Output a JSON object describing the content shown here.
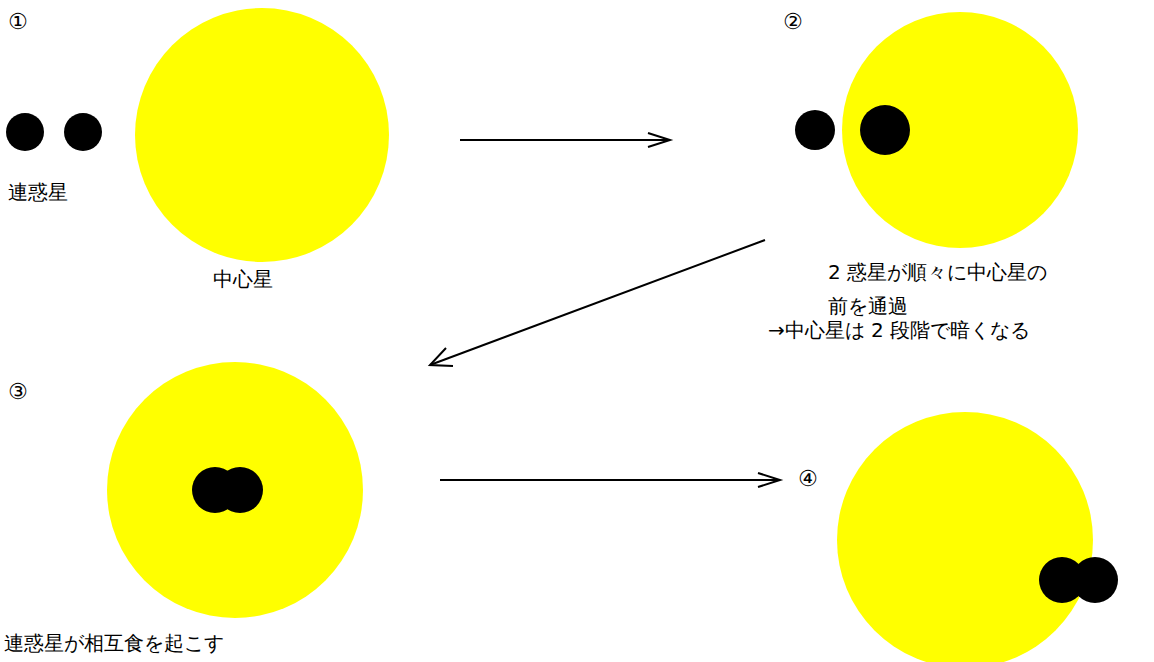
{
  "diagram": {
    "labels": [
      "①",
      "連惑星",
      "中心星",
      "②",
      "2 惑星が順々に中心星の 前を通過",
      "→中心星は 2 段階で暗くなる",
      "③",
      "連惑星が相互食を起こす",
      "④"
    ]
  }
}
